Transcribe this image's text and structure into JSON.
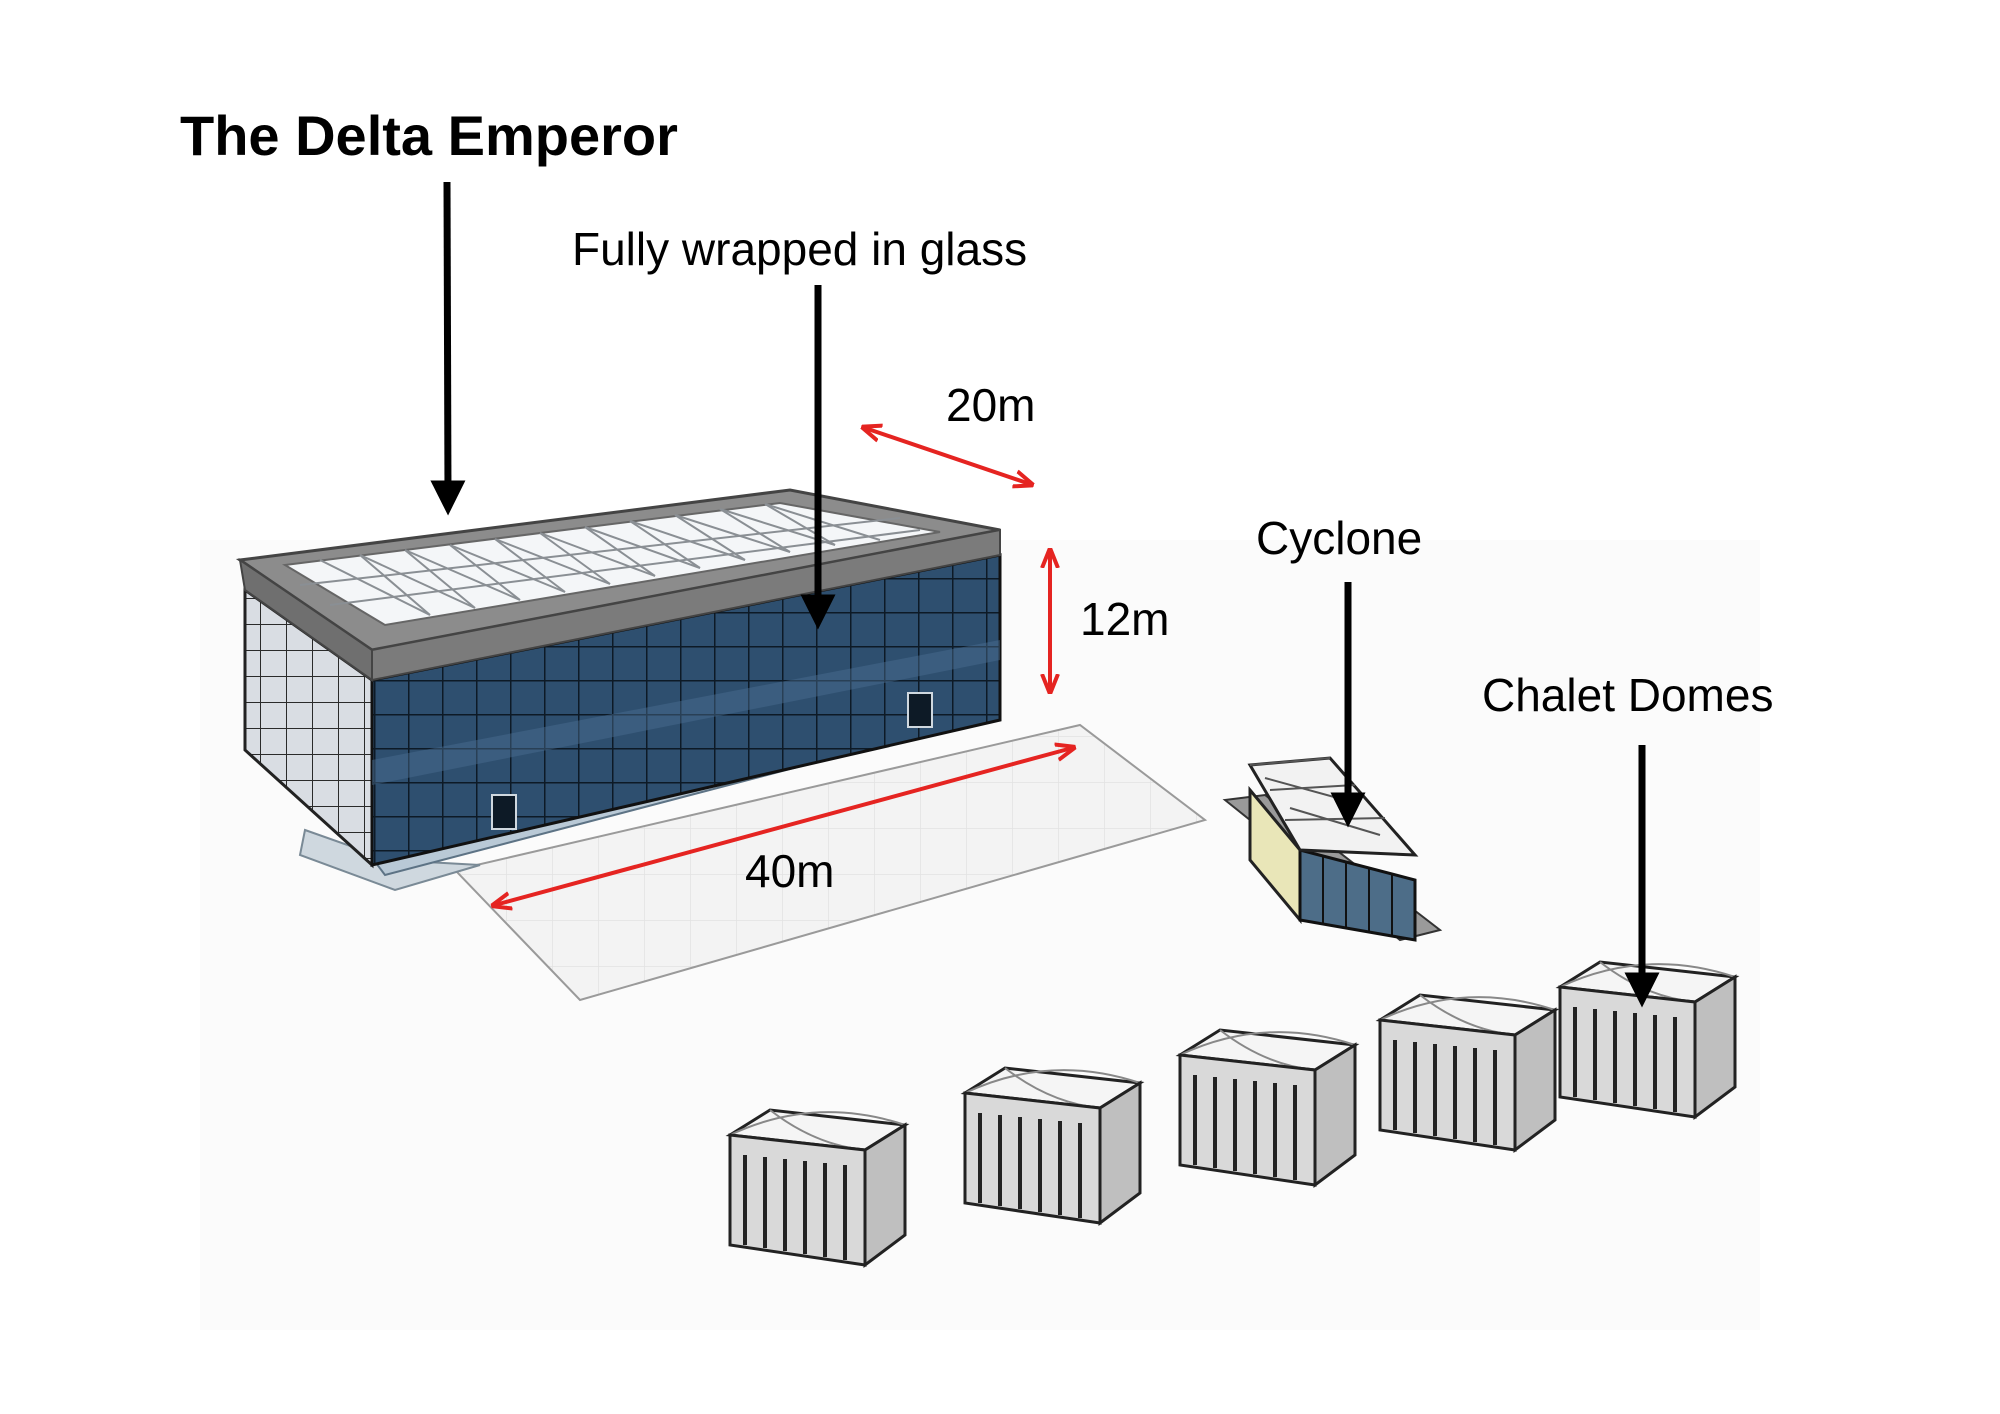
{
  "labels": {
    "main_building": "The Delta Emperor",
    "glass_note": "Fully wrapped in glass",
    "cyclone": "Cyclone",
    "chalet_domes": "Chalet Domes"
  },
  "dimensions": {
    "depth": "20m",
    "height": "12m",
    "length": "40m"
  },
  "colors": {
    "dimension_arrow": "#e52421",
    "pointer_arrow": "#000000",
    "roof_frame": "#8c8c8c",
    "glass": "#2e4f6f",
    "floor": "#f2f2f2"
  },
  "chalet_dome_count": 5
}
